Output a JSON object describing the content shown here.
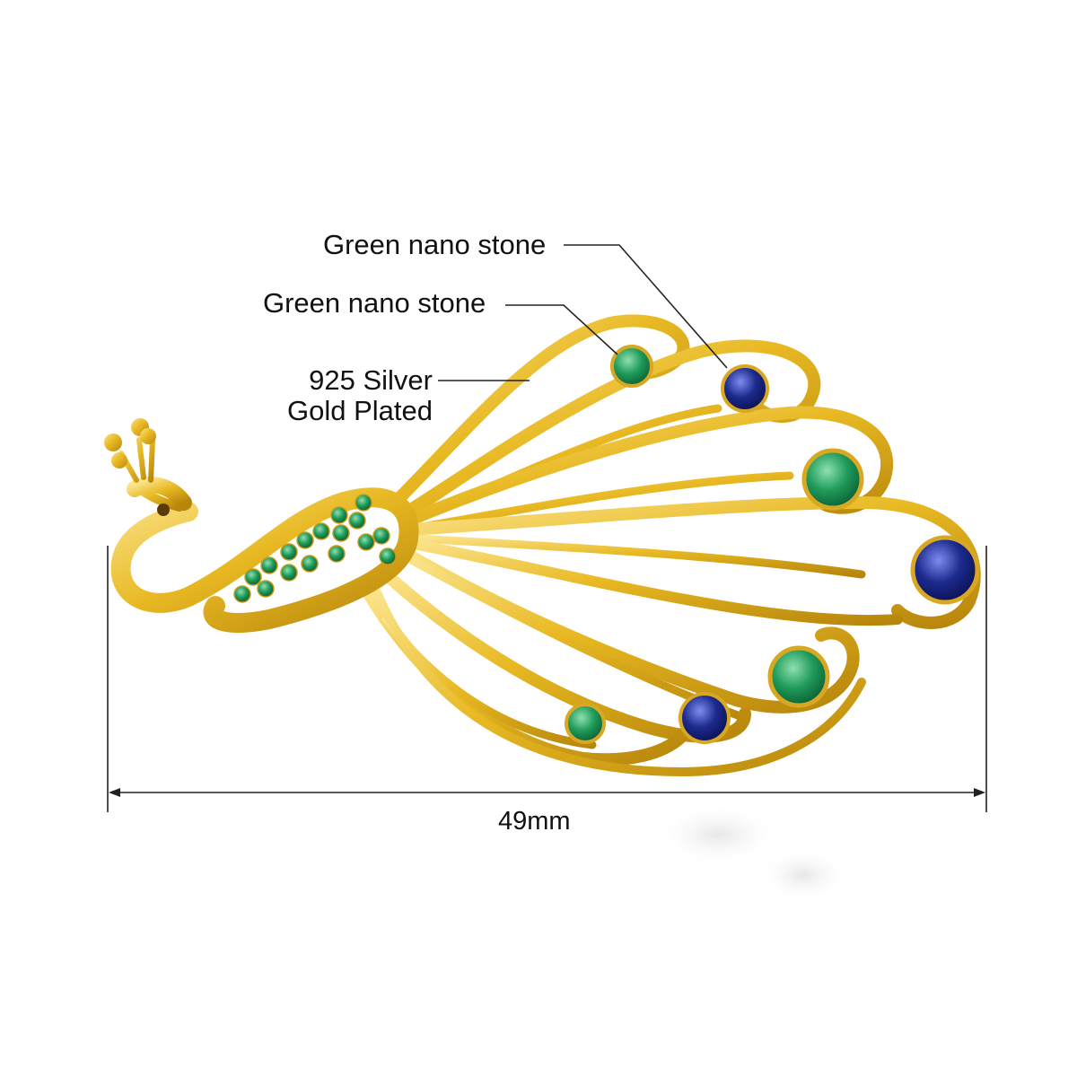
{
  "labels": {
    "stone_callout_top": "Green nano stone",
    "stone_callout_mid": "Green nano stone",
    "material_line1": "925 Silver",
    "material_line2": "Gold Plated",
    "width_dimension": "49mm"
  },
  "colors": {
    "gold": "#e8b923",
    "gold_shadow": "#b8860b",
    "emerald": "#1f9b5a",
    "sapphire": "#1c2a8c",
    "line": "#222222"
  }
}
